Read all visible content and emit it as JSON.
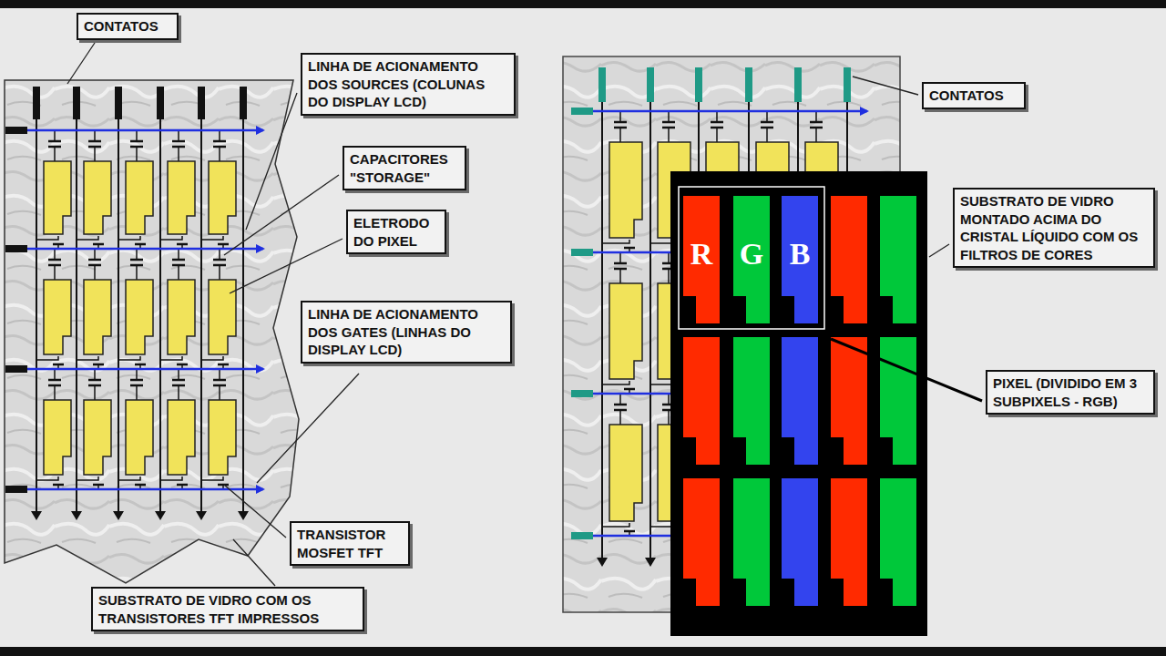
{
  "diagram": {
    "nodes": [
      {
        "text": [
          "CONTATOS"
        ]
      },
      {
        "text": [
          "LINHA DE ACIONAMENTO DOS SOURCES (COLUNAS DO DISPLAY LCD)"
        ]
      },
      {
        "text": [
          "CAPACITORES \"STORAGE\""
        ]
      },
      {
        "text": [
          "ELETRODO DO PIXEL"
        ]
      },
      {
        "text": [
          "LINHA DE ACIONAMENTO DOS GATES (LINHAS DO DISPLAY LCD)"
        ]
      },
      {
        "text": [
          "TRANSISTOR MOSFET TFT"
        ]
      },
      {
        "text": [
          "SUBSTRATO DE VIDRO COM OS TRANSISTORES TFT IMPRESSOS"
        ]
      },
      {
        "text": [
          "CONTATOS"
        ]
      },
      {
        "text": [
          "SUBSTRATO DE VIDRO MONTADO ACIMA DO CRISTAL LÍQUIDO COM OS FILTROS DE CORES"
        ]
      },
      {
        "text": [
          "PIXEL (DIVIDIDO EM 3 SUBPIXELS - RGB)"
        ]
      }
    ],
    "labels": [
      "R",
      "G",
      "B"
    ]
  }
}
